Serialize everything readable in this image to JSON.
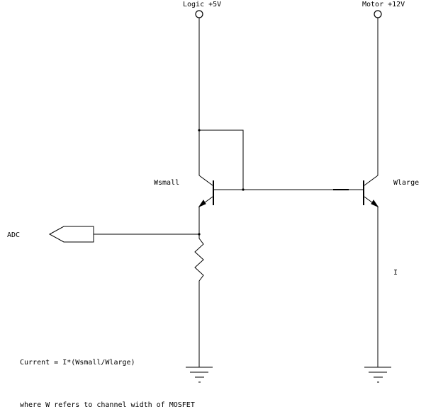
{
  "labels": {
    "logic_supply": "Logic +5V",
    "motor_supply": "Motor +12V",
    "transistor_small": "Wsmall",
    "transistor_large": "Wlarge",
    "adc": "ADC",
    "current_label": "I",
    "current_formula": "Current = I*(Wsmall/Wlarge)",
    "note": "where W refers to channel width of MOSFET"
  },
  "icons": {
    "supply_terminal": "open-circle-terminal",
    "ground": "ground-symbol",
    "adc_port": "pentagon-port",
    "resistor": "zigzag-resistor",
    "transistor": "npn-transistor"
  }
}
